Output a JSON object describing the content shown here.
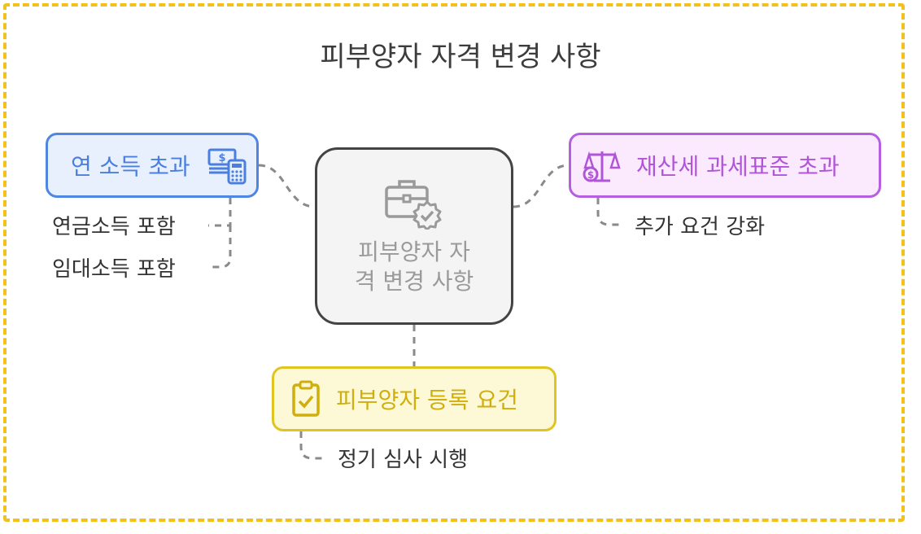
{
  "title": "피부양자 자격 변경 사항",
  "center": {
    "line1": "피부양자 자",
    "line2": "격 변경 사항",
    "icon": "briefcase-check-icon"
  },
  "nodes": {
    "income": {
      "label": "연 소득 초과",
      "icon": "money-calculator-icon",
      "color": "#4f86e4",
      "details": [
        "연금소득 포함",
        "임대소득 포함"
      ]
    },
    "property": {
      "label": "재산세 과세표준 초과",
      "icon": "scale-moneybag-icon",
      "color": "#b55ee0",
      "details": [
        "추가 요건 강화"
      ]
    },
    "registration": {
      "label": "피부양자 등록 요건",
      "icon": "clipboard-check-icon",
      "color": "#e0c522",
      "details": [
        "정기 심사 시행"
      ]
    }
  },
  "colors": {
    "frame": "#f2c21b",
    "connector": "#8a8a8a",
    "center_border": "#444444"
  }
}
